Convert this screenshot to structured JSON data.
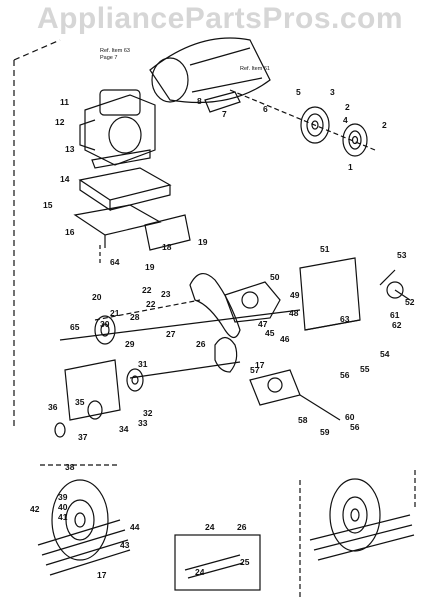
{
  "watermark": "AppliancePartsPros.com",
  "refs": {
    "ref63": "Ref. Item 63",
    "page": "Page 7",
    "ref61": "Ref. Item 61"
  },
  "callouts": [
    "1",
    "2",
    "2",
    "3",
    "4",
    "5",
    "6",
    "7",
    "8",
    "11",
    "12",
    "13",
    "14",
    "15",
    "16",
    "17",
    "17",
    "18",
    "19",
    "19",
    "20",
    "21",
    "22",
    "22",
    "23",
    "24",
    "24",
    "25",
    "26",
    "26",
    "27",
    "28",
    "29",
    "30",
    "31",
    "32",
    "33",
    "34",
    "35",
    "36",
    "37",
    "38",
    "39",
    "40",
    "41",
    "42",
    "43",
    "44",
    "45",
    "46",
    "47",
    "48",
    "49",
    "50",
    "51",
    "52",
    "53",
    "54",
    "55",
    "56",
    "56",
    "57",
    "58",
    "59",
    "60",
    "61",
    "62",
    "63",
    "64",
    "65"
  ]
}
